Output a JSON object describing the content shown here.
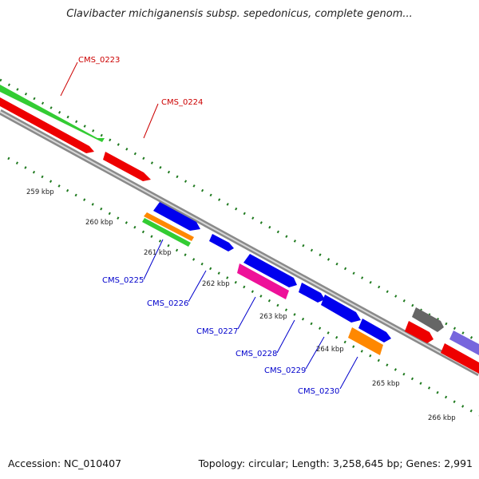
{
  "header": {
    "title": "Clavibacter michiganensis subsp. sepedonicus, complete genom..."
  },
  "footer": {
    "accession": "Accession: NC_010407",
    "summary": "Topology: circular; Length: 3,258,645 bp; Genes: 2,991"
  },
  "colors": {
    "backbone": "#8a8a8a",
    "tick": "#1f7a1f",
    "forward_label": "#cc0000",
    "reverse_label": "#0000cc",
    "green": "#33cc33",
    "red": "#ee0000",
    "blue": "#0000ee",
    "orange": "#ff8800",
    "magenta": "#ee1199",
    "gray": "#666666",
    "purple": "#7766dd"
  },
  "scale_labels": [
    "259 kbp",
    "260 kbp",
    "261 kbp",
    "262 kbp",
    "263 kbp",
    "264 kbp",
    "265 kbp",
    "266 kbp"
  ],
  "forward_gene_labels": [
    "CMS_0223",
    "CMS_0224"
  ],
  "reverse_gene_labels": [
    "CMS_0225",
    "CMS_0226",
    "CMS_0227",
    "CMS_0228",
    "CMS_0229",
    "CMS_0230"
  ]
}
